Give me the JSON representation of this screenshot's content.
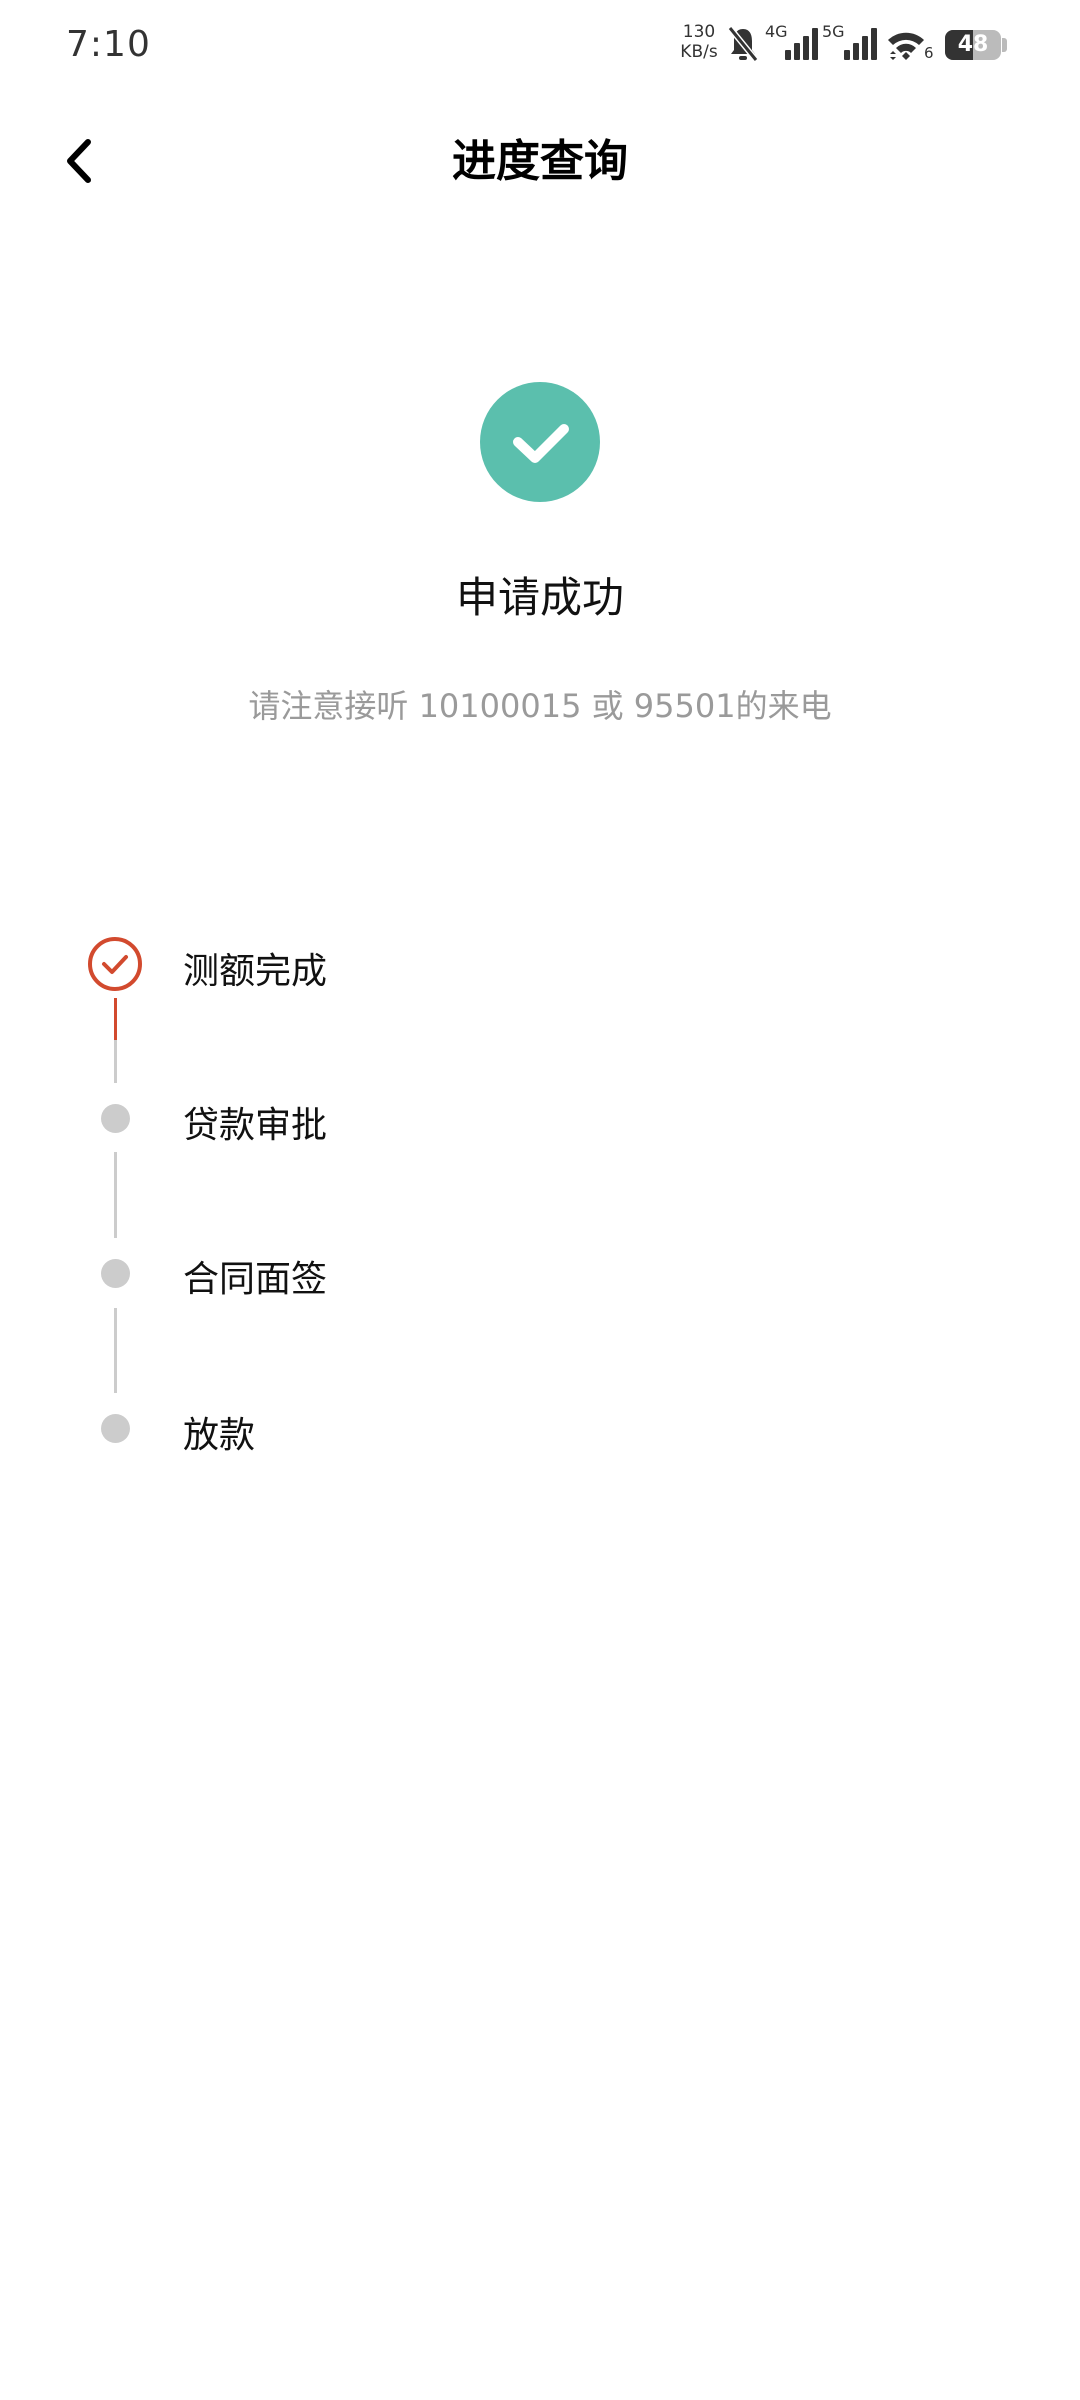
{
  "status_bar": {
    "time": "7:10",
    "network_speed_value": "130",
    "network_speed_unit": "KB/s",
    "signal_1_label": "4G",
    "signal_2_label": "5G",
    "wifi_label": "6",
    "battery_level": "48"
  },
  "header": {
    "back_icon": "chevron-left-icon",
    "title": "进度查询"
  },
  "result": {
    "icon": "check-circle-icon",
    "icon_color": "#5BBFAD",
    "title": "申请成功",
    "subtitle": "请注意接听 10100015 或 95501的来电"
  },
  "progress": {
    "active_color": "#D24A2E",
    "inactive_color": "#CCCCCC",
    "steps": [
      {
        "label": "测额完成",
        "status": "done"
      },
      {
        "label": "贷款审批",
        "status": "pending"
      },
      {
        "label": "合同面签",
        "status": "pending"
      },
      {
        "label": "放款",
        "status": "pending"
      }
    ]
  }
}
